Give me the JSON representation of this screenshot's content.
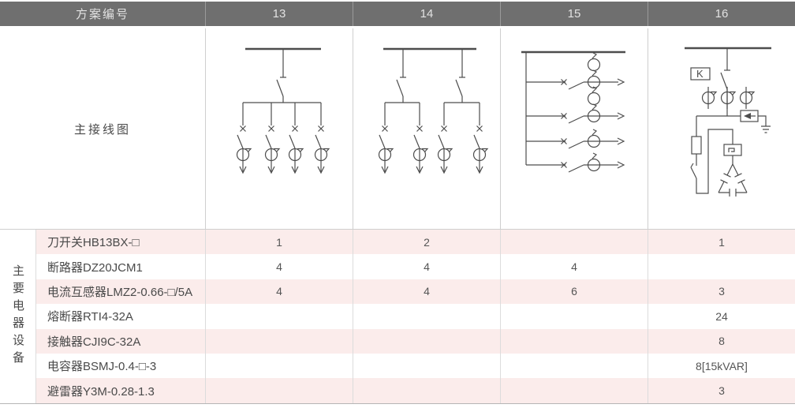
{
  "colors": {
    "header_bg": "#6f6f6f",
    "header_text": "#e2e2e2",
    "row_pink": "#fbeceb",
    "grid_line": "#cfcfcf",
    "text": "#4a4a4a",
    "diagram_stroke": "#4d4d4d"
  },
  "header": {
    "scheme_label": "方案编号",
    "schemes": [
      "13",
      "14",
      "15",
      "16"
    ]
  },
  "diagram_row": {
    "label": "主接线图",
    "k_box_label": "K",
    "diagrams": [
      "scheme-13: bus, knife switch, 4 feeders each with breaker contact, switch, CT, outgoing arrow",
      "scheme-14: bus, 2 knife switches, 2x2 feeders each with breaker contact, switch, CT, outgoing arrow",
      "scheme-15: vertical riser with 4 horizontal feeders, switches and 6 CTs, outgoing arrows",
      "scheme-16: relay K, knife switch, 3 CTs, arrester with earth, fuse branch, contactor, delta capacitor bank"
    ]
  },
  "equipment": {
    "group_label": "主要电器设备",
    "rows": [
      {
        "name": "刀开关HB13BX-□",
        "values": [
          "1",
          "2",
          "",
          "1"
        ]
      },
      {
        "name": "断路器DZ20JCM1",
        "values": [
          "4",
          "4",
          "4",
          ""
        ]
      },
      {
        "name": "电流互感器LMZ2-0.66-□/5A",
        "values": [
          "4",
          "4",
          "6",
          "3"
        ]
      },
      {
        "name": "熔断器RTI4-32A",
        "values": [
          "",
          "",
          "",
          "24"
        ]
      },
      {
        "name": "接触器CJI9C-32A",
        "values": [
          "",
          "",
          "",
          "8"
        ]
      },
      {
        "name": "电容器BSMJ-0.4-□-3",
        "values": [
          "",
          "",
          "",
          "8[15kVAR]"
        ]
      },
      {
        "name": "避雷器Y3M-0.28-1.3",
        "values": [
          "",
          "",
          "",
          "3"
        ]
      }
    ]
  }
}
